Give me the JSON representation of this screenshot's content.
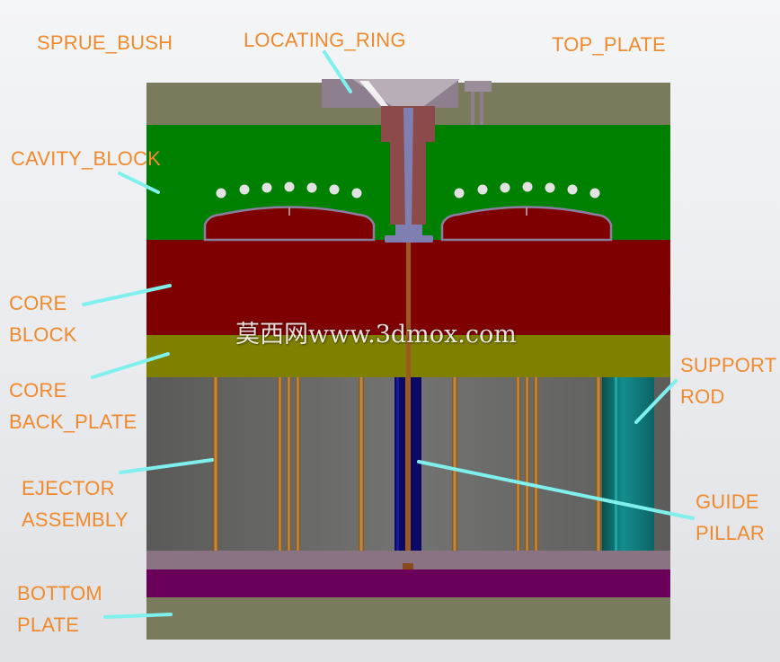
{
  "labels": {
    "sprue_bush": "SPRUE_BUSH",
    "locating_ring": "LOCATING_RING",
    "top_plate": "TOP_PLATE",
    "cavity_block": "CAVITY_BLOCK",
    "core_block": [
      "CORE",
      "BLOCK"
    ],
    "core_back_plate": [
      "CORE",
      "BACK_PLATE"
    ],
    "ejector_assembly": [
      "EJECTOR",
      "ASSEMBLY"
    ],
    "bottom_plate": [
      "BOTTOM",
      "PLATE"
    ],
    "support_rod": [
      "SUPPORT",
      "ROD"
    ],
    "guide_pillar": [
      "GUIDE",
      "PILLAR"
    ]
  },
  "watermark": "莫西网www.3dmox.com",
  "colors": {
    "label_text": "#f08a2c",
    "leader_line": "#7ff0ee",
    "top_plate": "#7a7a5c",
    "cavity_block": "#008000",
    "core_block": "#7f0000",
    "core_back_plate": "#7f7f00",
    "ejector_housing": "#6e6e6c",
    "guide_pillar": "#0a0a66",
    "support_rod": "#0f7f7f",
    "ejector_pin": "#b0742a",
    "retainer_plate": "#8a7383",
    "ejector_plate": "#6b005b",
    "bottom_plate": "#7a7a5c",
    "sprue": "#7f7fb2",
    "sprue_bush": "#8c4a4a",
    "locating_ring": "#8e7f8e"
  }
}
